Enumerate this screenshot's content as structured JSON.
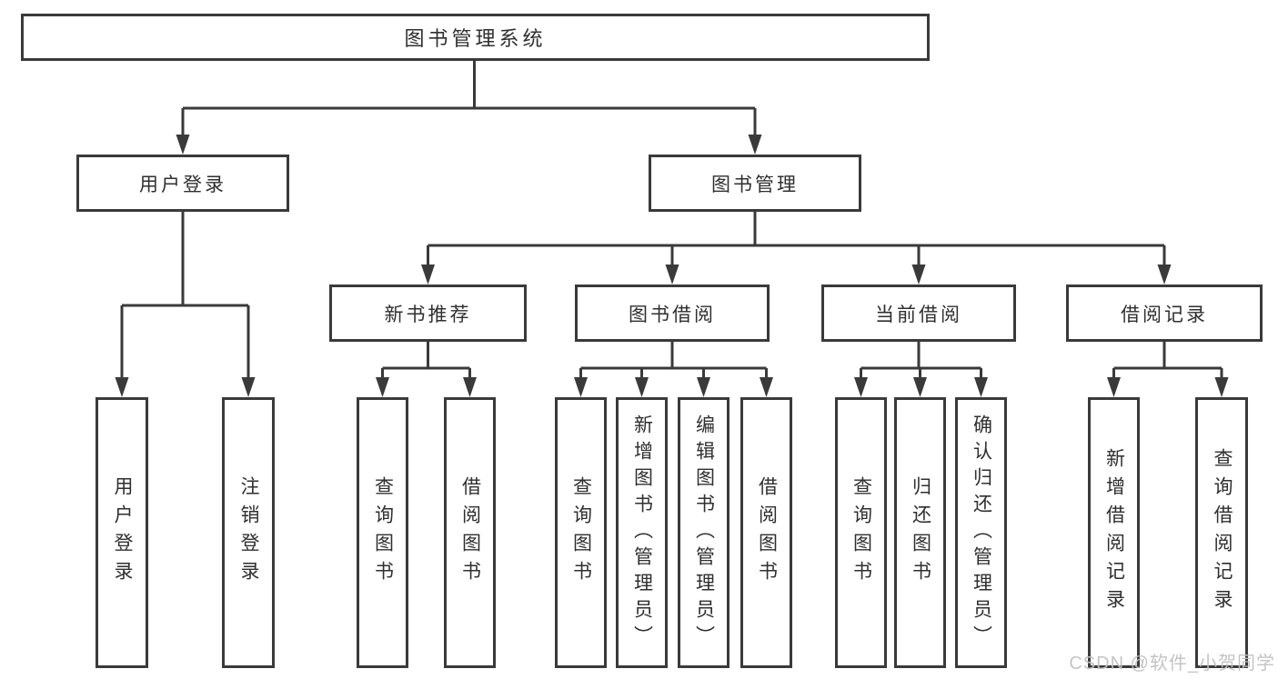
{
  "diagram_title": "图书管理系统",
  "colors": {
    "line": "#3a3a3a",
    "box_border": "#3a3a3a",
    "text": "#2f2f2f",
    "background": "#ffffff",
    "watermark": "#c1c1c1"
  },
  "nodes": {
    "root": {
      "label": "图书管理系统"
    },
    "user_login": {
      "label": "用户登录"
    },
    "book_mgmt": {
      "label": "图书管理"
    },
    "new_book": {
      "label": "新书推荐"
    },
    "book_borrow": {
      "label": "图书借阅"
    },
    "current_borrow": {
      "label": "当前借阅"
    },
    "borrow_record": {
      "label": "借阅记录"
    },
    "ul_login": {
      "label": "用户登录"
    },
    "ul_logout": {
      "label": "注销登录"
    },
    "nb_query": {
      "label": "查询图书"
    },
    "nb_borrow": {
      "label": "借阅图书"
    },
    "bb_query": {
      "label": "查询图书"
    },
    "bb_add": {
      "label": "新增图书（管理员）"
    },
    "bb_edit": {
      "label": "编辑图书（管理员）"
    },
    "bb_borrow": {
      "label": "借阅图书"
    },
    "cb_query": {
      "label": "查询图书"
    },
    "cb_return": {
      "label": "归还图书"
    },
    "cb_confirm": {
      "label": "确认归还（管理员）"
    },
    "br_add": {
      "label": "新增借阅记录"
    },
    "br_query": {
      "label": "查询借阅记录"
    }
  },
  "hierarchy": {
    "图书管理系统": {
      "用户登录": [
        "用户登录",
        "注销登录"
      ],
      "图书管理": {
        "新书推荐": [
          "查询图书",
          "借阅图书"
        ],
        "图书借阅": [
          "查询图书",
          "新增图书（管理员）",
          "编辑图书（管理员）",
          "借阅图书"
        ],
        "当前借阅": [
          "查询图书",
          "归还图书",
          "确认归还（管理员）"
        ],
        "借阅记录": [
          "新增借阅记录",
          "查询借阅记录"
        ]
      }
    }
  },
  "watermark": {
    "text": "CSDN @软件_小贺同学"
  }
}
